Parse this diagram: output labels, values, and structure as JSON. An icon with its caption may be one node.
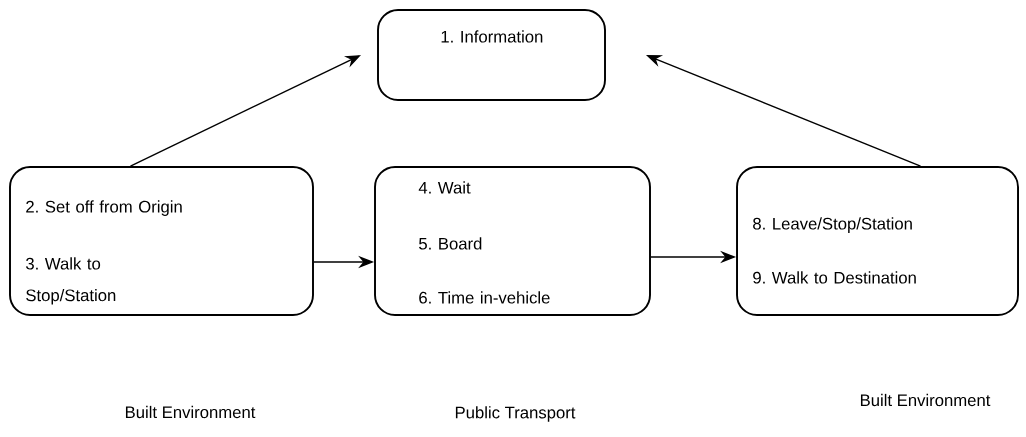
{
  "diagram": {
    "nodes": [
      {
        "text": [
          "1. Information"
        ]
      },
      {
        "text": [
          "2. Set off from Origin",
          "3. Walk to Stop/Station"
        ]
      },
      {
        "text": [
          "4. Wait",
          "5. Board",
          "6. Time in-vehicle"
        ]
      },
      {
        "text": [
          "8. Leave/Stop/Station",
          "9. Walk to Destination"
        ]
      }
    ],
    "edges": [
      {
        "from": 1,
        "to": 0,
        "arrow": "to"
      },
      {
        "from": 3,
        "to": 0,
        "arrow": "to"
      },
      {
        "from": 1,
        "to": 2,
        "arrow": "to"
      },
      {
        "from": 2,
        "to": 3,
        "arrow": "to"
      }
    ],
    "labels": [
      "Built Environment",
      "Public Transport",
      "Built Environment"
    ]
  }
}
